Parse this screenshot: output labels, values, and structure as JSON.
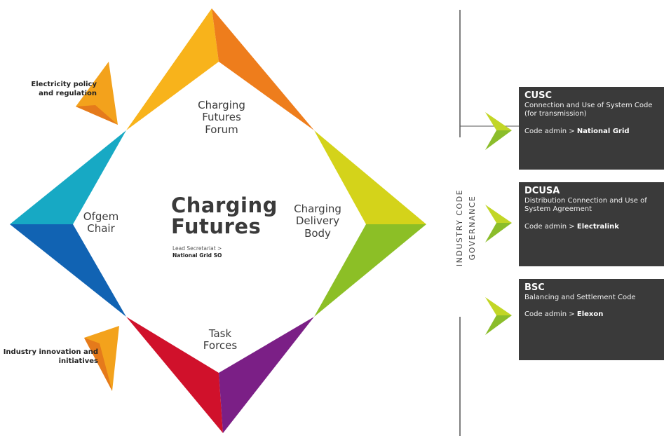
{
  "diagram": {
    "nodes": {
      "top": "Charging Futures Forum",
      "right": "Charging Delivery Body",
      "bottom": "Task Forces",
      "left": "Ofgem Chair"
    },
    "center": {
      "title_line1": "Charging",
      "title_line2": "Futures",
      "secretariat_label": "Lead Secretariat >",
      "secretariat_name": "National Grid SO"
    },
    "inputs": {
      "top": "Electricity policy and regulation",
      "bottom": "Industry innovation and initiatives"
    },
    "governance_label": "INDUSTRY CODE GOVERNANCE",
    "codes": [
      {
        "abbr": "CUSC",
        "description": "Connection and Use of System Code (for transmission)",
        "admin_label": "Code admin >",
        "admin_name": "National Grid"
      },
      {
        "abbr": "DCUSA",
        "description": "Distribution Connection and Use of System Agreement",
        "admin_label": "Code admin >",
        "admin_name": "Electralink"
      },
      {
        "abbr": "BSC",
        "description": "Balancing and Settlement Code",
        "admin_label": "Code admin >",
        "admin_name": "Elexon"
      }
    ],
    "colors": {
      "forum": [
        "#F8B31B",
        "#EE7D1C"
      ],
      "delivery": [
        "#D4D31A",
        "#8CBF26"
      ],
      "tasks": [
        "#D0112B",
        "#7B1F86"
      ],
      "ofgem": [
        "#17A9C4",
        "#1163B3"
      ],
      "input_arrows": [
        "#F3A21C",
        "#E57A1B"
      ],
      "code_arrows": [
        "#C2D626",
        "#8BBD2B"
      ],
      "code_box": "#3a3a3a"
    }
  }
}
